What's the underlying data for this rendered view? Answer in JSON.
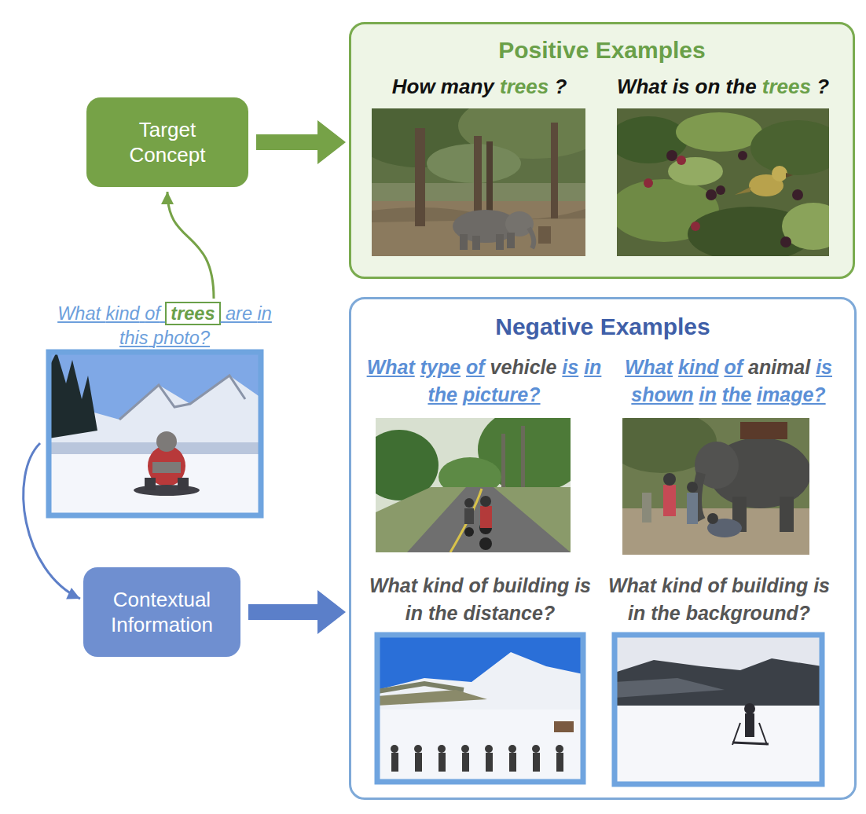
{
  "diagram": {
    "nodes": [
      {
        "text": [
          "Target Concept"
        ]
      },
      {
        "text": [
          "Positive Examples"
        ]
      },
      {
        "text": [
          "How many trees ?"
        ],
        "in": 1
      },
      {
        "text": [
          "What is on the trees ?"
        ],
        "in": 1
      },
      {
        "text": [
          "What kind of trees are in this photo?"
        ]
      },
      {
        "text": [
          "Negative Examples"
        ]
      },
      {
        "text": [
          "What type of vehicle is in the picture?"
        ],
        "in": 5
      },
      {
        "text": [
          "What kind of animal is shown in the image?"
        ],
        "in": 5
      },
      {
        "text": [
          "What kind of building is in the distance?"
        ],
        "in": 5
      },
      {
        "text": [
          "What kind of building is in the background?"
        ],
        "in": 5
      },
      {
        "text": [
          "Contextual Information"
        ]
      }
    ],
    "edges": [
      {
        "from": 0,
        "to": 1,
        "arrow": "to"
      },
      {
        "from": 4,
        "to": 0,
        "arrow": "to"
      },
      {
        "from": 4,
        "to": 10,
        "arrow": "to"
      },
      {
        "from": 10,
        "to": 5,
        "arrow": "to"
      }
    ]
  }
}
